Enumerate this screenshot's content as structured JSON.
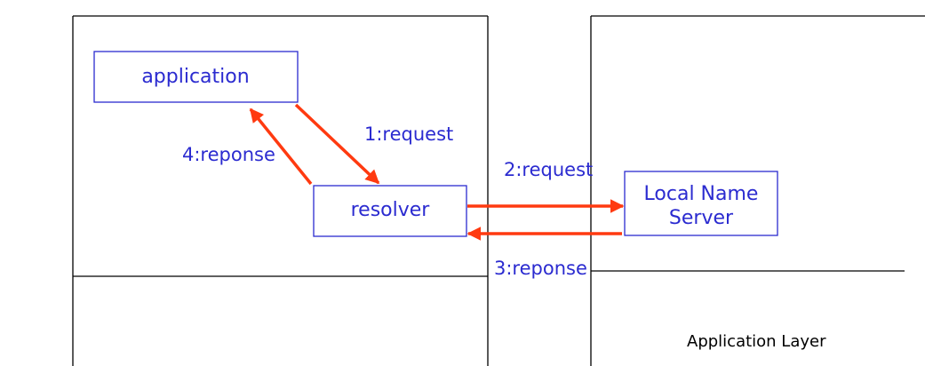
{
  "colors": {
    "frame": "#000000",
    "node_border": "#2b2bd0",
    "node_text": "#2b2bd0",
    "edge_text": "#2b2bd0",
    "arrow": "#ff3a10",
    "layer_text": "#000000"
  },
  "nodes": {
    "application": "application",
    "resolver": "resolver",
    "local_name_server_line1": "Local Name",
    "local_name_server_line2": "Server"
  },
  "edges": {
    "e1": "1:request",
    "e2": "2:request",
    "e3": "3:reponse",
    "e4": "4:reponse"
  },
  "layer_label": "Application Layer"
}
